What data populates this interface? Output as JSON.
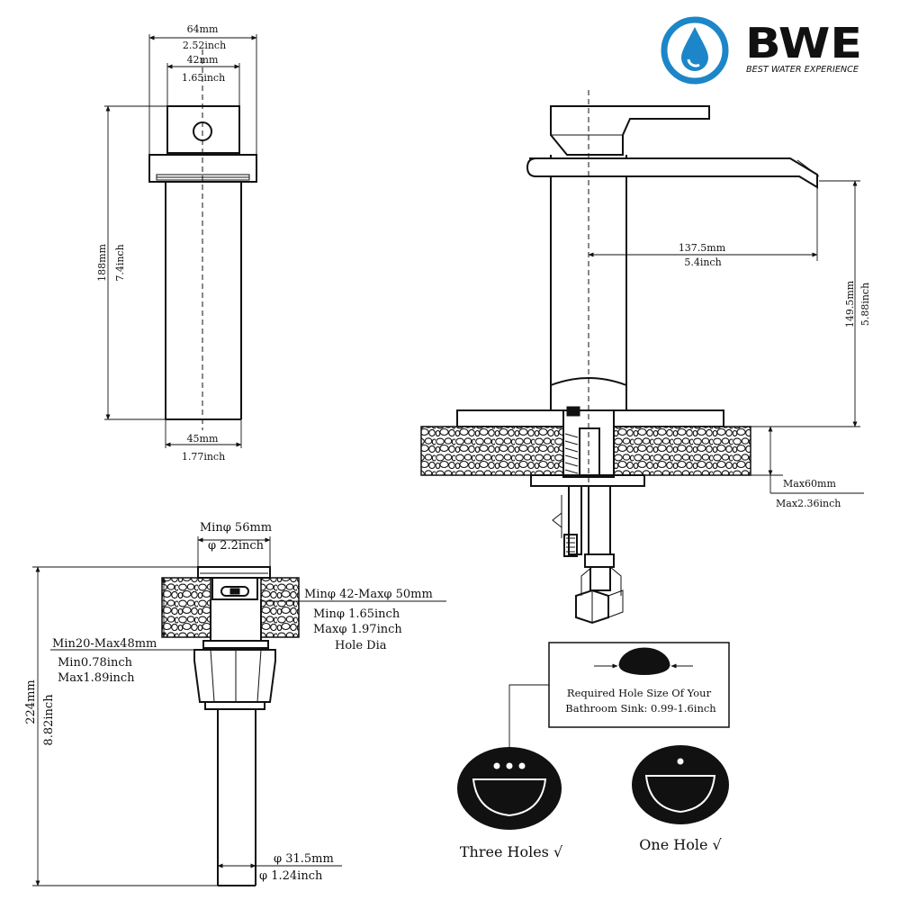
{
  "brand": {
    "name": "BWE",
    "tagline": "BEST WATER EXPERIENCE",
    "colors": {
      "dark": "#2e2e2e",
      "blue": "#1c86c8",
      "light_blue": "#3aa8e0"
    }
  },
  "faucet_front": {
    "width_top_mm": "64mm",
    "width_top_in": "2.52inch",
    "handle_width_mm": "42mm",
    "handle_width_in": "1.65inch",
    "height_mm": "188mm",
    "height_in": "7.4inch",
    "base_width_mm": "45mm",
    "base_width_in": "1.77inch"
  },
  "faucet_side": {
    "spout_reach_mm": "137.5mm",
    "spout_reach_in": "5.4inch",
    "spout_height_mm": "149.5mm",
    "spout_height_in": "5.88inch",
    "deck_max_mm": "Max60mm",
    "deck_max_in": "Max2.36inch"
  },
  "drain": {
    "min_top_mm": "Minφ 56mm",
    "top_in": "φ 2.2inch",
    "hole_mm": "Minφ 42-Maxφ 50mm",
    "hole_min_in": "Minφ 1.65inch",
    "hole_max_in": "Maxφ 1.97inch",
    "hole_label": "Hole Dia",
    "thickness_mm": "Min20-Max48mm",
    "thickness_min_in": "Min0.78inch",
    "thickness_max_in": "Max1.89inch",
    "length_mm": "224mm",
    "length_in": "8.82inch",
    "pipe_mm": "φ 31.5mm",
    "pipe_in": "φ 1.24inch"
  },
  "hole_info": {
    "line1": "Required Hole Size Of Your",
    "line2": "Bathroom Sink: 0.99-1.6inch"
  },
  "sinks": {
    "three_holes": "Three Holes √",
    "one_hole": "One Hole  √"
  }
}
